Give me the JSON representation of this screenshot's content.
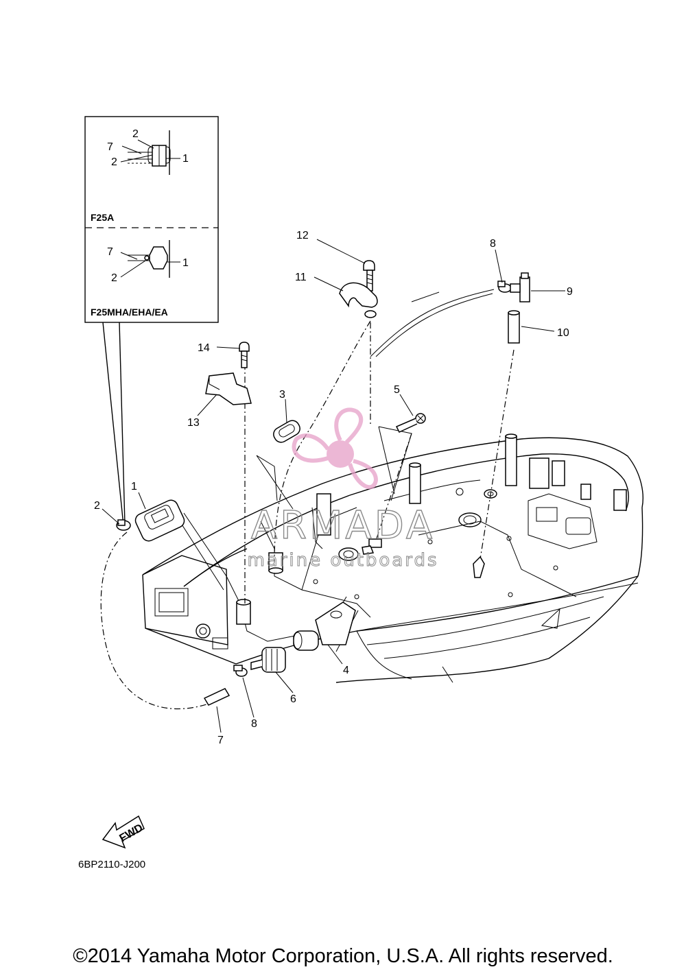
{
  "inset": {
    "variant_a_label": "F25A",
    "variant_b_label": "F25MHA/EHA/EA",
    "callouts_a": [
      "2",
      "7",
      "1",
      "2"
    ],
    "callouts_b": [
      "7",
      "1",
      "2"
    ]
  },
  "callouts": {
    "c1": "1",
    "c2": "2",
    "c3": "3",
    "c4": "4",
    "c5": "5",
    "c6": "6",
    "c7": "7",
    "c8": "8",
    "c8b": "8",
    "c9": "9",
    "c10": "10",
    "c11": "11",
    "c12": "12",
    "c13": "13",
    "c14": "14"
  },
  "watermark": {
    "brand": "ARMADA",
    "tagline": "marine outboards",
    "color": "#e6a0c8"
  },
  "fwd_label": "FWD",
  "diagram_code": "6BP2110-J200",
  "copyright": "©2014 Yamaha Motor Corporation, U.S.A. All rights reserved."
}
